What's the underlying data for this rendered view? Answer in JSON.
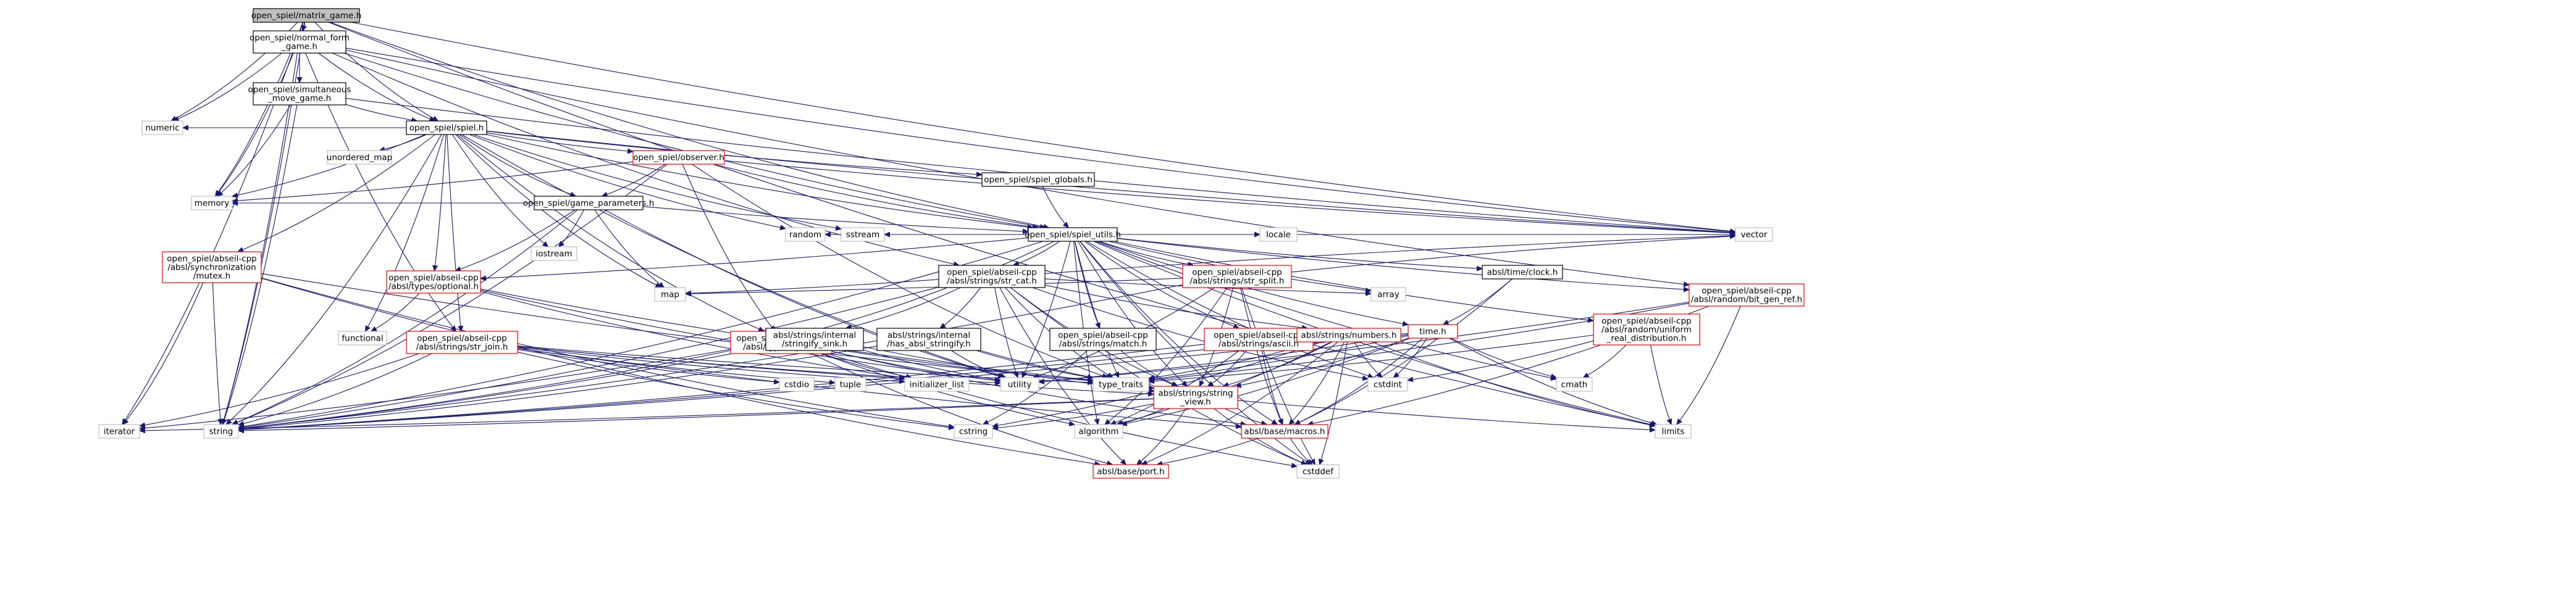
{
  "graph": {
    "nodes": [
      {
        "id": "root",
        "lines": [
          "open_spiel/matrix_game.h"
        ],
        "kind": "root"
      },
      {
        "id": "nfg",
        "lines": [
          "open_spiel/normal_form",
          "_game.h"
        ],
        "kind": "inc"
      },
      {
        "id": "smg",
        "lines": [
          "open_spiel/simultaneous",
          "_move_game.h"
        ],
        "kind": "inc"
      },
      {
        "id": "spiel",
        "lines": [
          "open_spiel/spiel.h"
        ],
        "kind": "inc"
      },
      {
        "id": "observer",
        "lines": [
          "open_spiel/observer.h"
        ],
        "kind": "red"
      },
      {
        "id": "gparams",
        "lines": [
          "open_spiel/game_parameters.h"
        ],
        "kind": "inc"
      },
      {
        "id": "globals",
        "lines": [
          "open_spiel/spiel_globals.h"
        ],
        "kind": "inc"
      },
      {
        "id": "utils",
        "lines": [
          "open_spiel/spiel_utils.h"
        ],
        "kind": "inc"
      },
      {
        "id": "mutex",
        "lines": [
          "open_spiel/abseil-cpp",
          "/absl/synchronization",
          "/mutex.h"
        ],
        "kind": "red"
      },
      {
        "id": "optional",
        "lines": [
          "open_spiel/abseil-cpp",
          "/absl/types/optional.h"
        ],
        "kind": "red"
      },
      {
        "id": "strjoin",
        "lines": [
          "open_spiel/abseil-cpp",
          "/absl/strings/str_join.h"
        ],
        "kind": "red"
      },
      {
        "id": "span",
        "lines": [
          "open_spiel/abseil-cpp",
          "/absl/types/span.h"
        ],
        "kind": "red"
      },
      {
        "id": "strcat",
        "lines": [
          "open_spiel/abseil-cpp",
          "/absl/strings/str_cat.h"
        ],
        "kind": "inc"
      },
      {
        "id": "strsplit",
        "lines": [
          "open_spiel/abseil-cpp",
          "/absl/strings/str_split.h"
        ],
        "kind": "red"
      },
      {
        "id": "clock",
        "lines": [
          "absl/time/clock.h"
        ],
        "kind": "inc"
      },
      {
        "id": "bitgen",
        "lines": [
          "open_spiel/abseil-cpp",
          "/absl/random/bit_gen_ref.h"
        ],
        "kind": "red"
      },
      {
        "id": "uniform",
        "lines": [
          "open_spiel/abseil-cpp",
          "/absl/random/uniform",
          "_real_distribution.h"
        ],
        "kind": "red"
      },
      {
        "id": "timeh",
        "lines": [
          "time.h"
        ],
        "kind": "red"
      },
      {
        "id": "stringify",
        "lines": [
          "absl/strings/internal",
          "/has_absl_stringify.h"
        ],
        "kind": "inc"
      },
      {
        "id": "sink",
        "lines": [
          "absl/strings/internal",
          "/stringify_sink.h"
        ],
        "kind": "inc"
      },
      {
        "id": "match",
        "lines": [
          "open_spiel/abseil-cpp",
          "/absl/strings/match.h"
        ],
        "kind": "inc"
      },
      {
        "id": "ascii",
        "lines": [
          "open_spiel/abseil-cpp",
          "/absl/strings/ascii.h"
        ],
        "kind": "red"
      },
      {
        "id": "numbers",
        "lines": [
          "absl/strings/numbers.h"
        ],
        "kind": "red"
      },
      {
        "id": "strview",
        "lines": [
          "absl/strings/string",
          "_view.h"
        ],
        "kind": "red"
      },
      {
        "id": "macros",
        "lines": [
          "absl/base/macros.h"
        ],
        "kind": "red"
      },
      {
        "id": "port",
        "lines": [
          "absl/base/port.h"
        ],
        "kind": "red"
      },
      {
        "id": "numeric",
        "lines": [
          "numeric"
        ],
        "kind": "leaf"
      },
      {
        "id": "memory",
        "lines": [
          "memory"
        ],
        "kind": "leaf"
      },
      {
        "id": "unordered_map",
        "lines": [
          "unordered_map"
        ],
        "kind": "leaf"
      },
      {
        "id": "iostream",
        "lines": [
          "iostream"
        ],
        "kind": "leaf"
      },
      {
        "id": "functional",
        "lines": [
          "functional"
        ],
        "kind": "leaf"
      },
      {
        "id": "map",
        "lines": [
          "map"
        ],
        "kind": "leaf"
      },
      {
        "id": "random",
        "lines": [
          "random"
        ],
        "kind": "leaf"
      },
      {
        "id": "sstream",
        "lines": [
          "sstream"
        ],
        "kind": "leaf"
      },
      {
        "id": "locale",
        "lines": [
          "locale"
        ],
        "kind": "leaf"
      },
      {
        "id": "array",
        "lines": [
          "array"
        ],
        "kind": "leaf"
      },
      {
        "id": "vector",
        "lines": [
          "vector"
        ],
        "kind": "leaf"
      },
      {
        "id": "cstdio",
        "lines": [
          "cstdio"
        ],
        "kind": "leaf"
      },
      {
        "id": "tuple",
        "lines": [
          "tuple"
        ],
        "kind": "leaf"
      },
      {
        "id": "initializer_list",
        "lines": [
          "initializer_list"
        ],
        "kind": "leaf"
      },
      {
        "id": "utility",
        "lines": [
          "utility"
        ],
        "kind": "leaf"
      },
      {
        "id": "type_traits",
        "lines": [
          "type_traits"
        ],
        "kind": "leaf"
      },
      {
        "id": "cstdint",
        "lines": [
          "cstdint"
        ],
        "kind": "leaf"
      },
      {
        "id": "cmath",
        "lines": [
          "cmath"
        ],
        "kind": "leaf"
      },
      {
        "id": "limits",
        "lines": [
          "limits"
        ],
        "kind": "leaf"
      },
      {
        "id": "iterator",
        "lines": [
          "iterator"
        ],
        "kind": "leaf"
      },
      {
        "id": "string",
        "lines": [
          "string"
        ],
        "kind": "leaf"
      },
      {
        "id": "cstring",
        "lines": [
          "cstring"
        ],
        "kind": "leaf"
      },
      {
        "id": "algorithm",
        "lines": [
          "algorithm"
        ],
        "kind": "leaf"
      },
      {
        "id": "cstddef",
        "lines": [
          "cstddef"
        ],
        "kind": "leaf"
      }
    ],
    "edges": [
      [
        "root",
        "nfg"
      ],
      [
        "root",
        "spiel"
      ],
      [
        "root",
        "utils"
      ],
      [
        "root",
        "vector"
      ],
      [
        "root",
        "memory"
      ],
      [
        "root",
        "numeric"
      ],
      [
        "root",
        "string"
      ],
      [
        "root",
        "iterator"
      ],
      [
        "root",
        "limits"
      ],
      [
        "nfg",
        "smg"
      ],
      [
        "nfg",
        "spiel"
      ],
      [
        "nfg",
        "utils"
      ],
      [
        "nfg",
        "strcat"
      ],
      [
        "nfg",
        "strjoin"
      ],
      [
        "nfg",
        "memory"
      ],
      [
        "nfg",
        "numeric"
      ],
      [
        "nfg",
        "string"
      ],
      [
        "nfg",
        "vector"
      ],
      [
        "nfg",
        "bitgen"
      ],
      [
        "smg",
        "spiel"
      ],
      [
        "smg",
        "string"
      ],
      [
        "smg",
        "memory"
      ],
      [
        "smg",
        "vector"
      ],
      [
        "spiel",
        "observer"
      ],
      [
        "spiel",
        "gparams"
      ],
      [
        "spiel",
        "globals"
      ],
      [
        "spiel",
        "utils"
      ],
      [
        "spiel",
        "mutex"
      ],
      [
        "spiel",
        "optional"
      ],
      [
        "spiel",
        "strjoin"
      ],
      [
        "spiel",
        "span"
      ],
      [
        "spiel",
        "numeric"
      ],
      [
        "spiel",
        "memory"
      ],
      [
        "spiel",
        "unordered_map"
      ],
      [
        "spiel",
        "iostream"
      ],
      [
        "spiel",
        "functional"
      ],
      [
        "spiel",
        "map"
      ],
      [
        "spiel",
        "random"
      ],
      [
        "spiel",
        "sstream"
      ],
      [
        "spiel",
        "string"
      ],
      [
        "spiel",
        "utility"
      ],
      [
        "spiel",
        "vector"
      ],
      [
        "observer",
        "gparams"
      ],
      [
        "observer",
        "utils"
      ],
      [
        "observer",
        "span"
      ],
      [
        "observer",
        "memory"
      ],
      [
        "observer",
        "string"
      ],
      [
        "observer",
        "vector"
      ],
      [
        "observer",
        "type_traits"
      ],
      [
        "gparams",
        "utils"
      ],
      [
        "gparams",
        "optional"
      ],
      [
        "gparams",
        "memory"
      ],
      [
        "gparams",
        "iostream"
      ],
      [
        "gparams",
        "map"
      ],
      [
        "gparams",
        "string"
      ],
      [
        "gparams",
        "utility"
      ],
      [
        "globals",
        "utils"
      ],
      [
        "utils",
        "optional"
      ],
      [
        "utils",
        "strcat"
      ],
      [
        "utils",
        "strsplit"
      ],
      [
        "utils",
        "clock"
      ],
      [
        "utils",
        "bitgen"
      ],
      [
        "utils",
        "uniform"
      ],
      [
        "utils",
        "span"
      ],
      [
        "utils",
        "match"
      ],
      [
        "utils",
        "ascii"
      ],
      [
        "utils",
        "timeh"
      ],
      [
        "utils",
        "strview"
      ],
      [
        "utils",
        "random"
      ],
      [
        "utils",
        "sstream"
      ],
      [
        "utils",
        "locale"
      ],
      [
        "utils",
        "array"
      ],
      [
        "utils",
        "vector"
      ],
      [
        "utils",
        "cstdint"
      ],
      [
        "utils",
        "cmath"
      ],
      [
        "utils",
        "limits"
      ],
      [
        "utils",
        "string"
      ],
      [
        "utils",
        "utility"
      ],
      [
        "utils",
        "type_traits"
      ],
      [
        "utils",
        "algorithm"
      ],
      [
        "utils",
        "cstddef"
      ],
      [
        "utils",
        "macros"
      ],
      [
        "mutex",
        "iterator"
      ],
      [
        "mutex",
        "string"
      ],
      [
        "mutex",
        "port"
      ],
      [
        "mutex",
        "cstring"
      ],
      [
        "mutex",
        "type_traits"
      ],
      [
        "optional",
        "functional"
      ],
      [
        "optional",
        "initializer_list"
      ],
      [
        "optional",
        "type_traits"
      ],
      [
        "optional",
        "utility"
      ],
      [
        "strjoin",
        "cstdio"
      ],
      [
        "strjoin",
        "tuple"
      ],
      [
        "strjoin",
        "initializer_list"
      ],
      [
        "strjoin",
        "iterator"
      ],
      [
        "strjoin",
        "string"
      ],
      [
        "strjoin",
        "utility"
      ],
      [
        "strjoin",
        "type_traits"
      ],
      [
        "strjoin",
        "cstring"
      ],
      [
        "strjoin",
        "strview"
      ],
      [
        "strjoin",
        "macros"
      ],
      [
        "span",
        "algorithm"
      ],
      [
        "span",
        "cstddef"
      ],
      [
        "span",
        "initializer_list"
      ],
      [
        "span",
        "iterator"
      ],
      [
        "span",
        "type_traits"
      ],
      [
        "span",
        "utility"
      ],
      [
        "span",
        "string"
      ],
      [
        "span",
        "port"
      ],
      [
        "span",
        "macros"
      ],
      [
        "strcat",
        "array"
      ],
      [
        "strcat",
        "cstdint"
      ],
      [
        "strcat",
        "string"
      ],
      [
        "strcat",
        "type_traits"
      ],
      [
        "strcat",
        "utility"
      ],
      [
        "strcat",
        "vector"
      ],
      [
        "strcat",
        "stringify"
      ],
      [
        "strcat",
        "sink"
      ],
      [
        "strcat",
        "numbers"
      ],
      [
        "strcat",
        "strview"
      ],
      [
        "strcat",
        "port"
      ],
      [
        "strcat",
        "cstddef"
      ],
      [
        "strcat",
        "map"
      ],
      [
        "strsplit",
        "algorithm"
      ],
      [
        "strsplit",
        "cstddef"
      ],
      [
        "strsplit",
        "map"
      ],
      [
        "strsplit",
        "string"
      ],
      [
        "strsplit",
        "utility"
      ],
      [
        "strsplit",
        "vector"
      ],
      [
        "strsplit",
        "strview"
      ],
      [
        "strsplit",
        "macros"
      ],
      [
        "clock",
        "timeh"
      ],
      [
        "clock",
        "macros"
      ],
      [
        "bitgen",
        "limits"
      ],
      [
        "bitgen",
        "type_traits"
      ],
      [
        "bitgen",
        "utility"
      ],
      [
        "bitgen",
        "macros"
      ],
      [
        "uniform",
        "cmath"
      ],
      [
        "uniform",
        "cstdint"
      ],
      [
        "uniform",
        "limits"
      ],
      [
        "uniform",
        "type_traits"
      ],
      [
        "timeh",
        "cmath"
      ],
      [
        "timeh",
        "cstdint"
      ],
      [
        "timeh",
        "limits"
      ],
      [
        "timeh",
        "string"
      ],
      [
        "timeh",
        "type_traits"
      ],
      [
        "timeh",
        "utility"
      ],
      [
        "timeh",
        "strview"
      ],
      [
        "timeh",
        "macros"
      ],
      [
        "timeh",
        "algorithm"
      ],
      [
        "stringify",
        "utility"
      ],
      [
        "stringify",
        "strview"
      ],
      [
        "stringify",
        "type_traits"
      ],
      [
        "stringify",
        "string"
      ],
      [
        "sink",
        "string"
      ],
      [
        "sink",
        "utility"
      ],
      [
        "sink",
        "strview"
      ],
      [
        "match",
        "cstring"
      ],
      [
        "match",
        "strview"
      ],
      [
        "ascii",
        "algorithm"
      ],
      [
        "ascii",
        "string"
      ],
      [
        "ascii",
        "strview"
      ],
      [
        "ascii",
        "macros"
      ],
      [
        "numbers",
        "cstring"
      ],
      [
        "numbers",
        "limits"
      ],
      [
        "numbers",
        "string"
      ],
      [
        "numbers",
        "type_traits"
      ],
      [
        "numbers",
        "cstdint"
      ],
      [
        "numbers",
        "cstddef"
      ],
      [
        "numbers",
        "strview"
      ],
      [
        "numbers",
        "macros"
      ],
      [
        "numbers",
        "port"
      ],
      [
        "numbers",
        "algorithm"
      ],
      [
        "strview",
        "algorithm"
      ],
      [
        "strview",
        "cstddef"
      ],
      [
        "strview",
        "cstring"
      ],
      [
        "strview",
        "iterator"
      ],
      [
        "strview",
        "limits"
      ],
      [
        "strview",
        "string"
      ],
      [
        "strview",
        "macros"
      ],
      [
        "strview",
        "port"
      ],
      [
        "macros",
        "cstddef"
      ],
      [
        "macros",
        "port"
      ]
    ]
  }
}
